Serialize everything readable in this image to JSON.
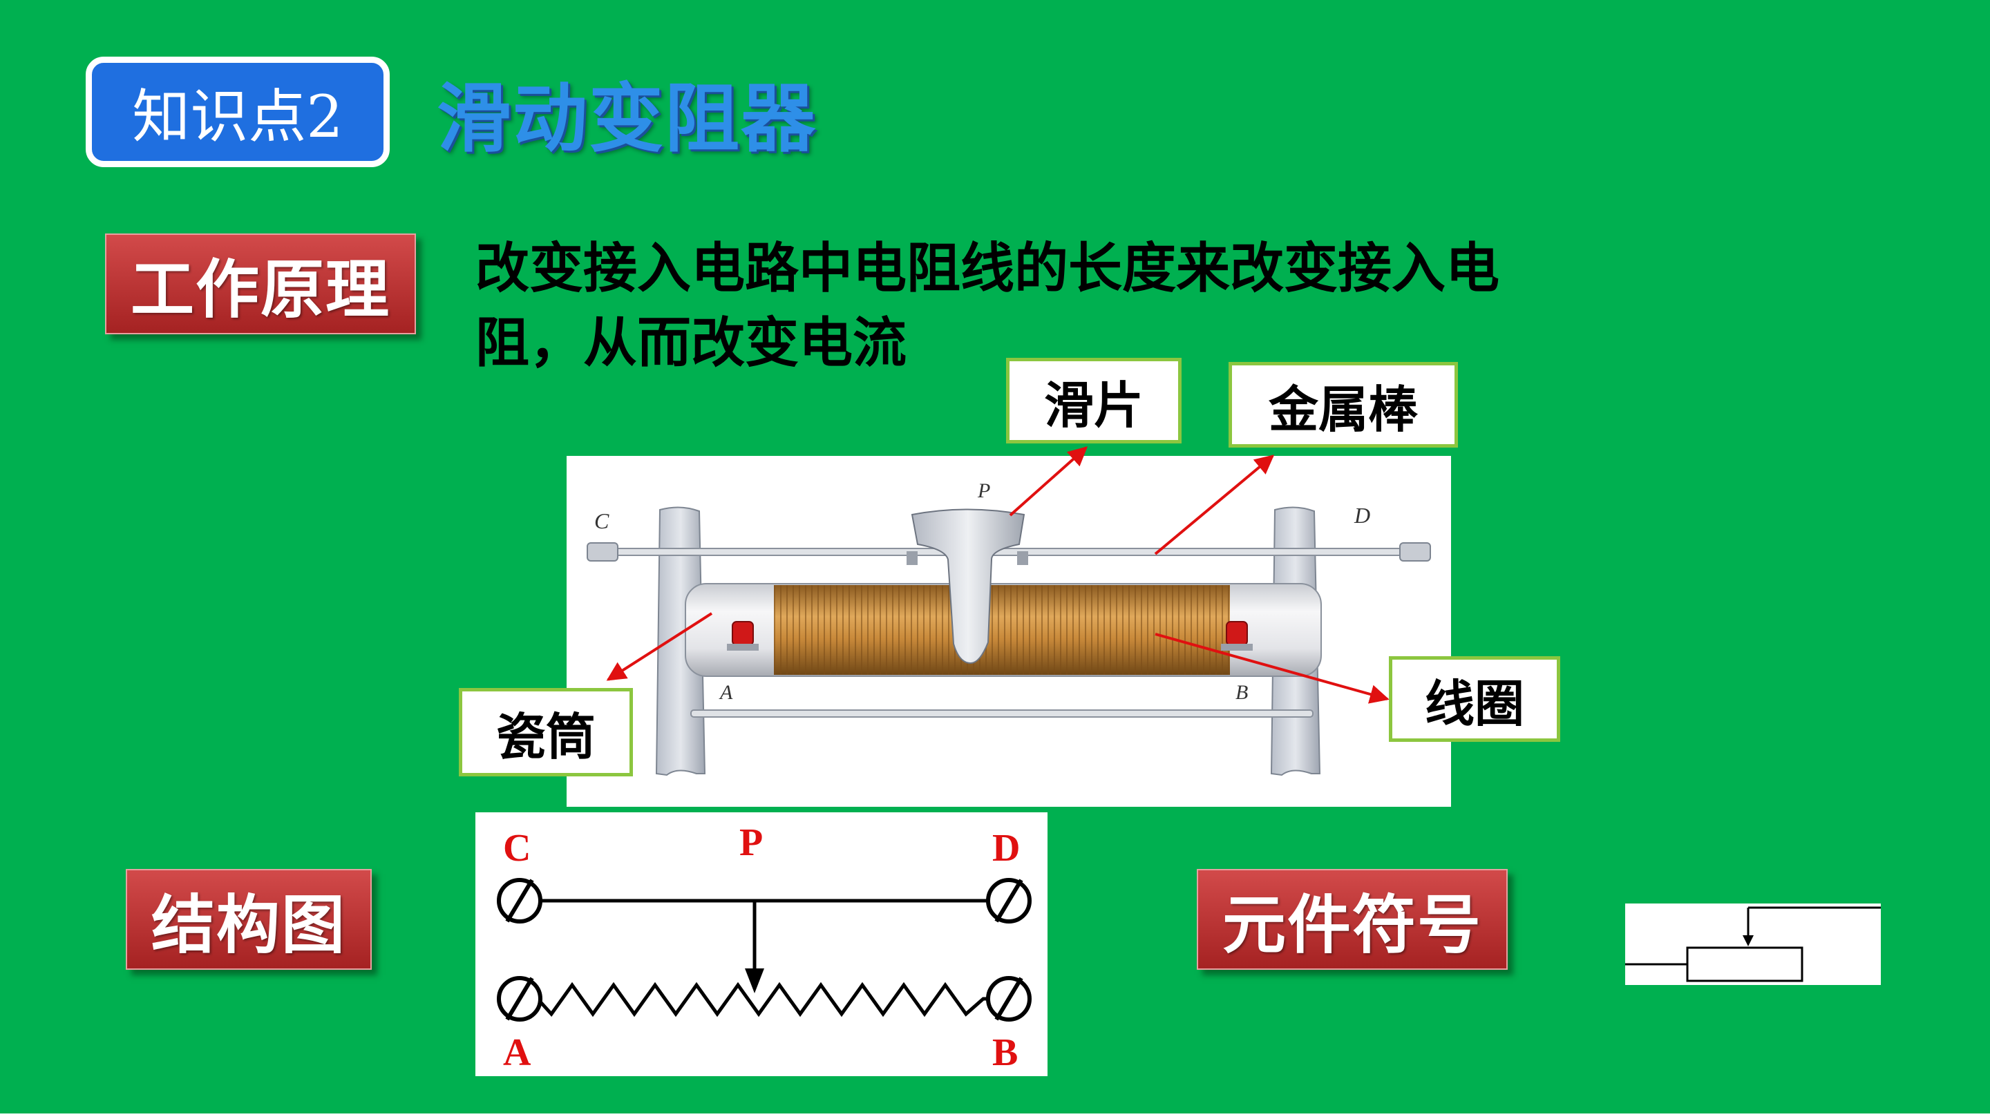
{
  "header": {
    "badge": "知识点2",
    "title": "滑动变阻器"
  },
  "principle": {
    "label": "工作原理",
    "text_line1": "改变接入电路中电阻线的长度来改变接入电",
    "text_line2": "阻，从而改变电流"
  },
  "photo": {
    "callouts": {
      "slider": "滑片",
      "metal_rod": "金属棒",
      "ceramic_tube": "瓷筒",
      "coil": "线圈"
    },
    "terminals": {
      "c": "C",
      "d": "D",
      "p": "P",
      "a": "A",
      "b": "B"
    }
  },
  "structure": {
    "label": "结构图",
    "terminals": {
      "c": "C",
      "p": "P",
      "d": "D",
      "a": "A",
      "b": "B"
    }
  },
  "symbol": {
    "label": "元件符号"
  },
  "colors": {
    "background": "#00b050",
    "badge_blue": "#1f6fe0",
    "title_blue": "#2e8fe8",
    "label_red": "#c03030",
    "callout_border": "#8cc63f",
    "arrow_red": "#e01010",
    "terminal_red": "#e01010",
    "coil_copper": "#c8893a"
  }
}
